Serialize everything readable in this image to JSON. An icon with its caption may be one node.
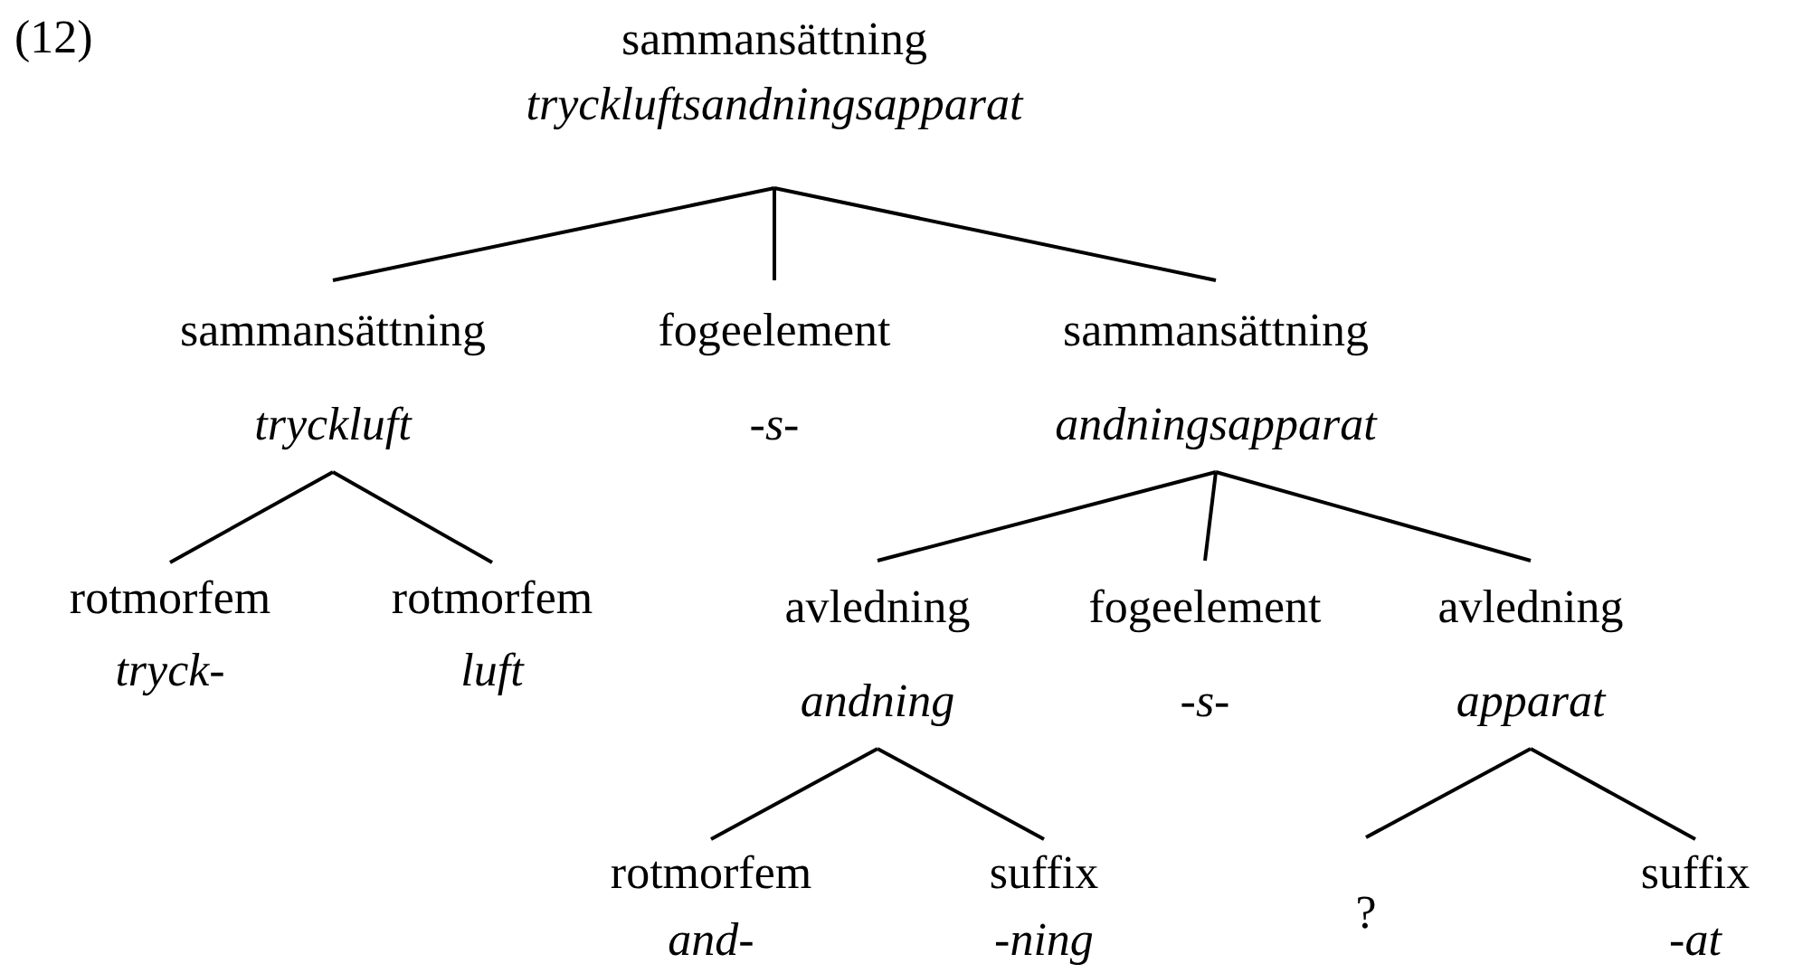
{
  "diagram": {
    "nodes": [
      {
        "text": [
          "sammansättning",
          "tryckluftsandningsapparat"
        ]
      },
      {
        "text": [
          "sammansättning",
          "tryckluft"
        ]
      },
      {
        "text": [
          "fogeelement",
          "-s-"
        ]
      },
      {
        "text": [
          "sammansättning",
          "andningsapparat"
        ]
      },
      {
        "text": [
          "rotmorfem",
          "tryck-"
        ]
      },
      {
        "text": [
          "rotmorfem",
          "luft"
        ]
      },
      {
        "text": [
          "avledning",
          "andning"
        ]
      },
      {
        "text": [
          "fogeelement",
          "-s-"
        ]
      },
      {
        "text": [
          "avledning",
          "apparat"
        ]
      },
      {
        "text": [
          "rotmorfem",
          "and-"
        ]
      },
      {
        "text": [
          "suffix",
          "-ning"
        ]
      },
      {
        "text": [
          "?"
        ]
      },
      {
        "text": [
          "suffix",
          "-at"
        ]
      }
    ],
    "edges": [
      {
        "from": 0,
        "to": 1,
        "arrow": "none"
      },
      {
        "from": 0,
        "to": 2,
        "arrow": "none"
      },
      {
        "from": 0,
        "to": 3,
        "arrow": "none"
      },
      {
        "from": 1,
        "to": 4,
        "arrow": "none"
      },
      {
        "from": 1,
        "to": 5,
        "arrow": "none"
      },
      {
        "from": 3,
        "to": 6,
        "arrow": "none"
      },
      {
        "from": 3,
        "to": 7,
        "arrow": "none"
      },
      {
        "from": 3,
        "to": 8,
        "arrow": "none"
      },
      {
        "from": 6,
        "to": 9,
        "arrow": "none"
      },
      {
        "from": 6,
        "to": 10,
        "arrow": "none"
      },
      {
        "from": 8,
        "to": 11,
        "arrow": "none"
      },
      {
        "from": 8,
        "to": 12,
        "arrow": "none"
      }
    ],
    "labels": [
      "(12)"
    ]
  }
}
